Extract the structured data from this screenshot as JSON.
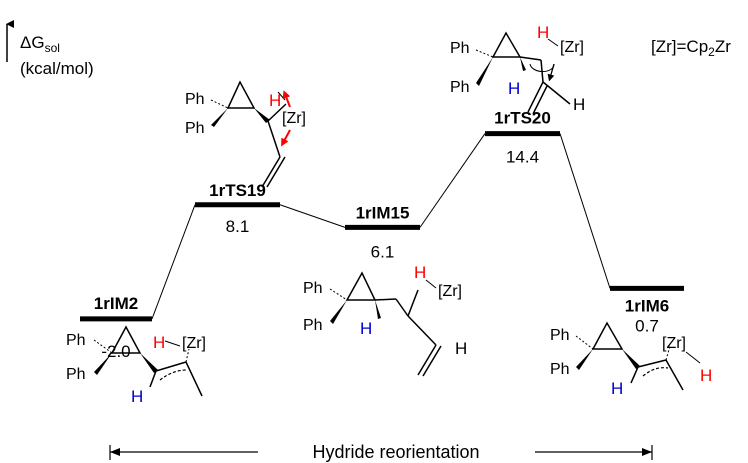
{
  "axis": {
    "label_main": "ΔG",
    "label_sub": "sol",
    "unit": "(kcal/mol)"
  },
  "legend": {
    "zr_def_prefix": "[Zr]=Cp",
    "zr_def_sub": "2",
    "zr_def_suffix": "Zr"
  },
  "states": [
    {
      "id": "1rIM2",
      "label": "1rIM2",
      "energy": -2.0,
      "energy_text": "-2.0"
    },
    {
      "id": "1rTS19",
      "label": "1rTS19",
      "energy": 8.1,
      "energy_text": "8.1"
    },
    {
      "id": "1rIM15",
      "label": "1rIM15",
      "energy": 6.1,
      "energy_text": "6.1"
    },
    {
      "id": "1rTS20",
      "label": "1rTS20",
      "energy": 14.4,
      "energy_text": "14.4"
    },
    {
      "id": "1rIM6",
      "label": "1rIM6",
      "energy": 0.7,
      "energy_text": "0.7"
    }
  ],
  "structure_labels": {
    "ph": "Ph",
    "h": "H",
    "zr": "[Zr]"
  },
  "footer": {
    "caption": "Hydride reorientation"
  },
  "colors": {
    "hydride_red": "#ff0000",
    "hydrogen_blue": "#0000cc",
    "line": "#000000"
  }
}
